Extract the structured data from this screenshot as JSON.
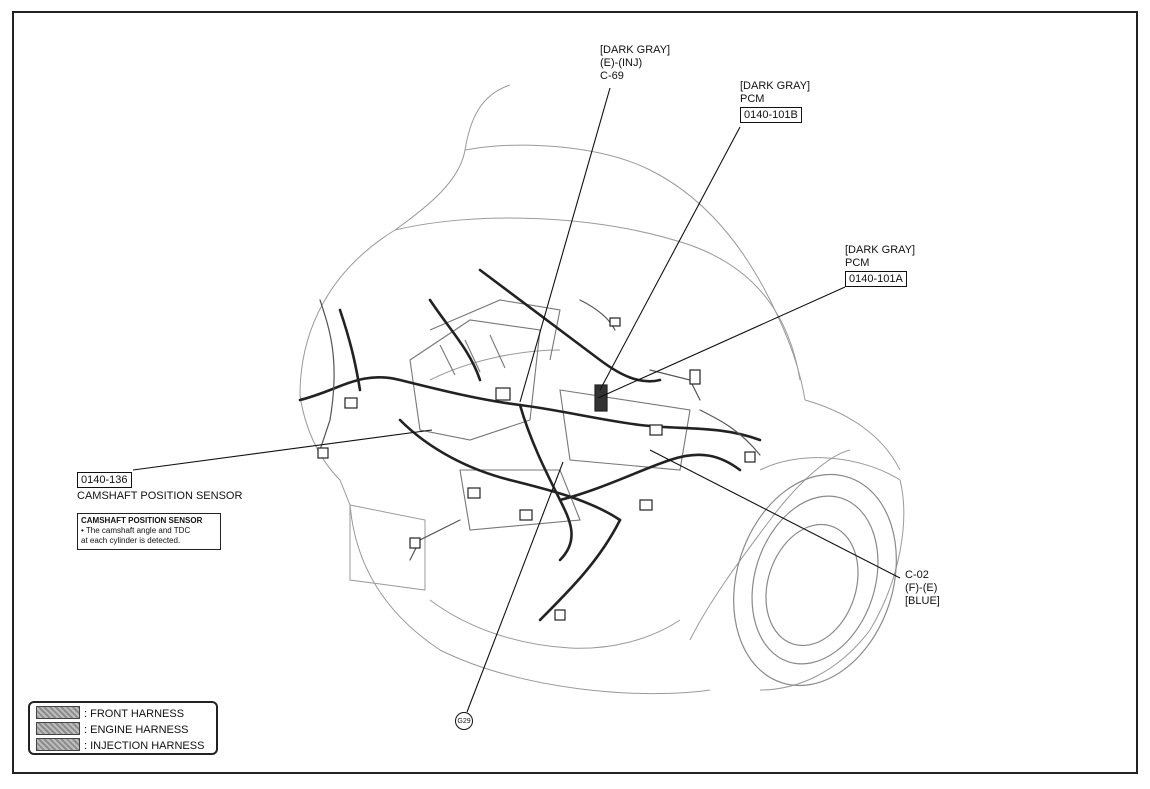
{
  "callouts": {
    "c69": {
      "color": "[DARK GRAY]",
      "line2": "(E)-(INJ)",
      "line3": "C-69"
    },
    "pcm_b": {
      "color": "[DARK GRAY]",
      "name": "PCM",
      "code": "0140-101B"
    },
    "pcm_a": {
      "color": "[DARK GRAY]",
      "name": "PCM",
      "code": "0140-101A"
    },
    "cam": {
      "code": "0140-136",
      "name": "CAMSHAFT POSITION SENSOR"
    },
    "c02": {
      "line1": "C-02",
      "line2": "(F)-(E)",
      "line3": "[BLUE]"
    },
    "ground": {
      "label": "G29"
    }
  },
  "note": {
    "title": "CAMSHAFT POSITION SENSOR",
    "line1": "• The camshaft angle and TDC",
    "line2": "at each cylinder is detected."
  },
  "legend": {
    "items": [
      {
        "label": ": FRONT HARNESS"
      },
      {
        "label": ": ENGINE HARNESS"
      },
      {
        "label": ": INJECTION HARNESS"
      }
    ]
  }
}
